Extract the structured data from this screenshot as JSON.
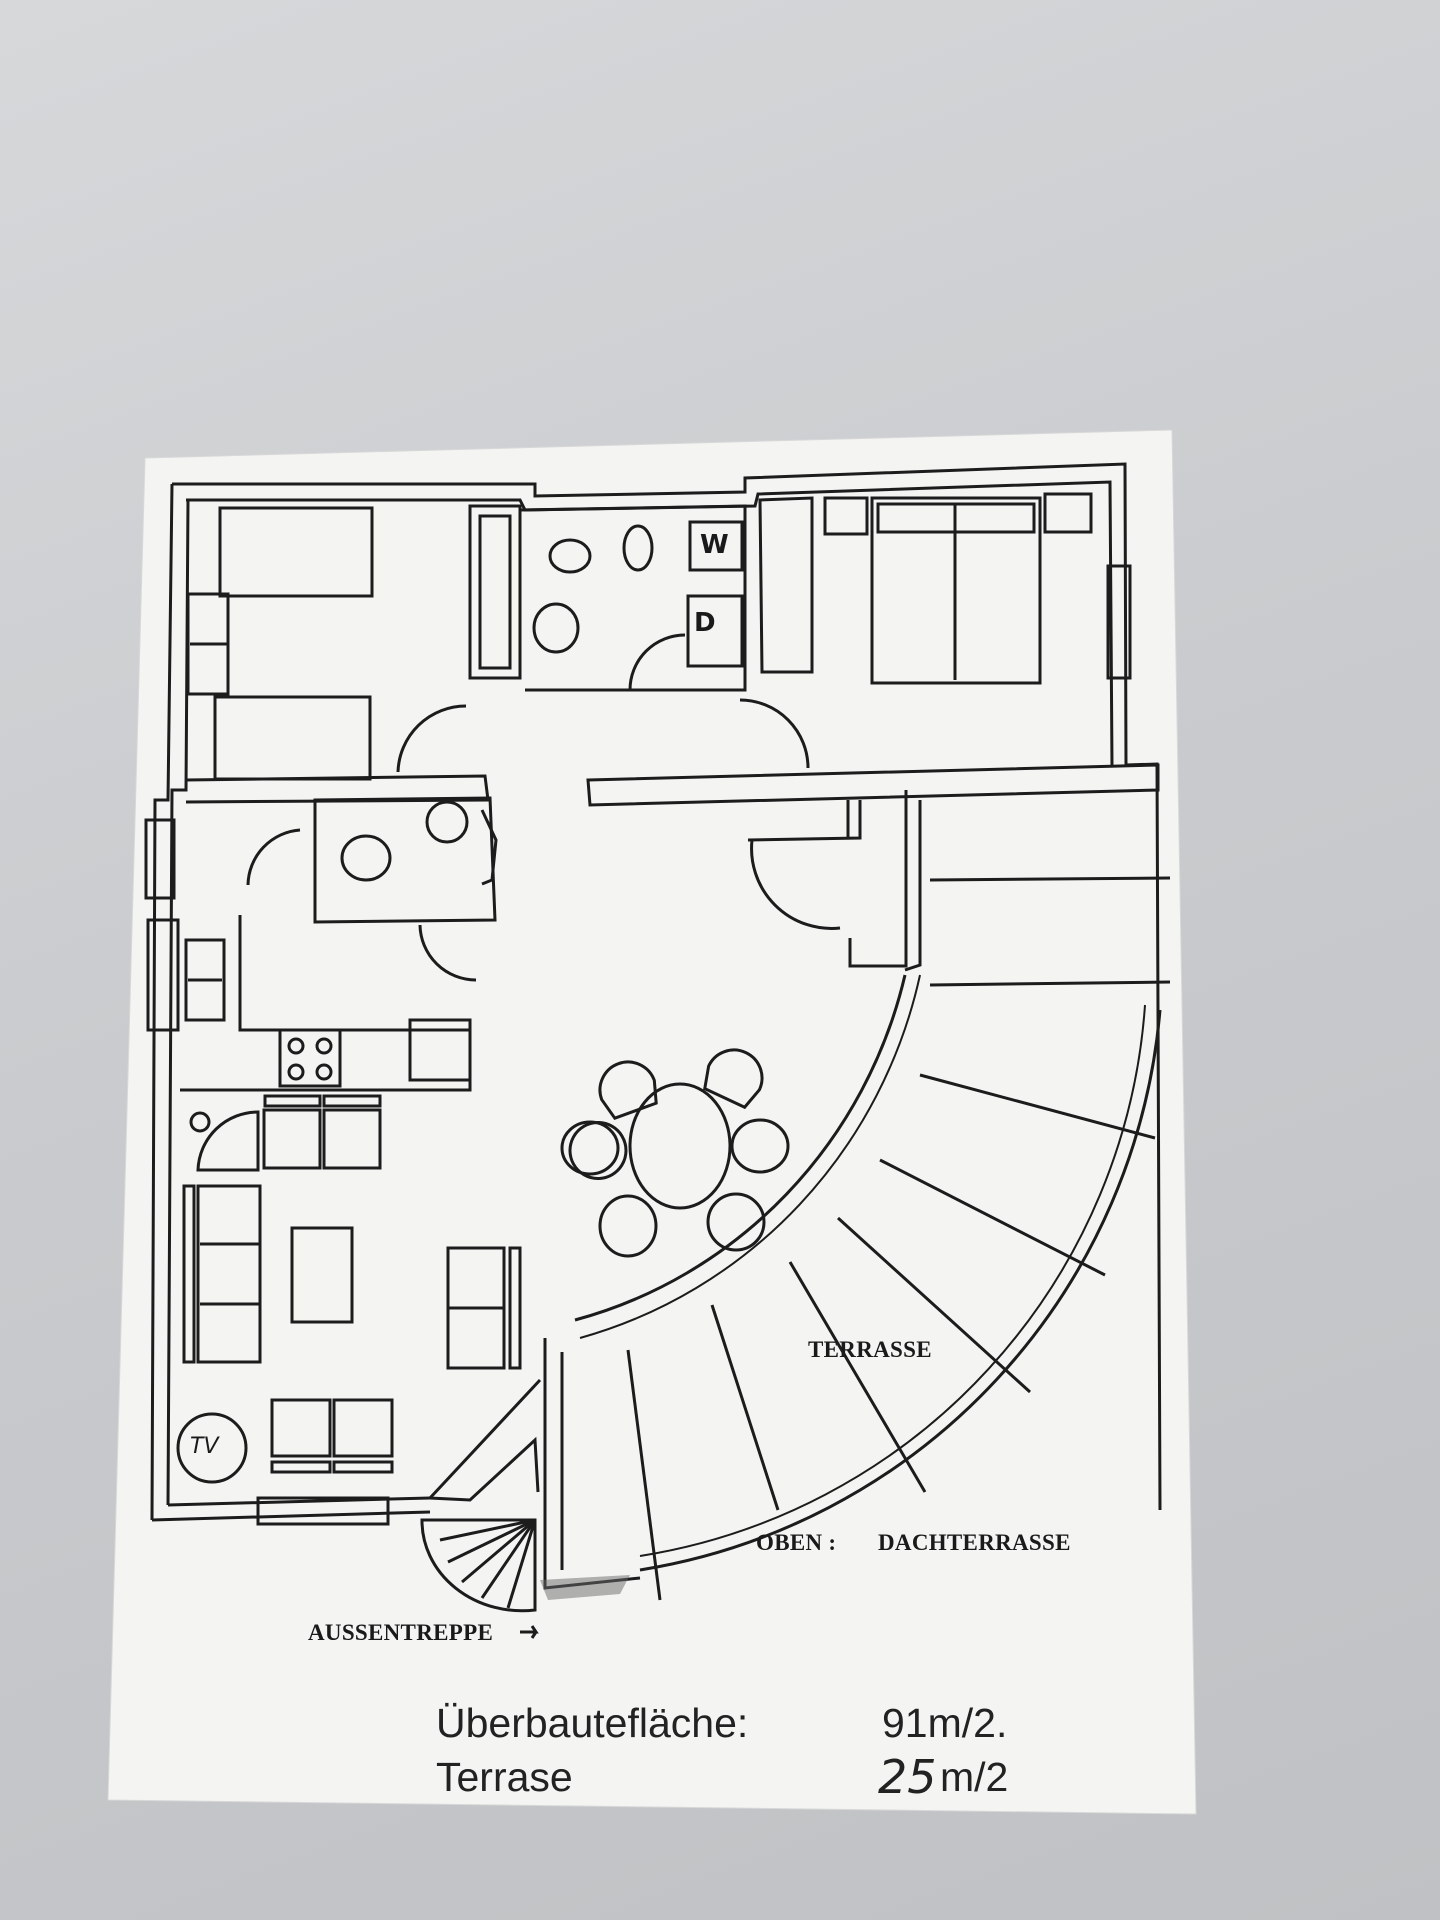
{
  "plan": {
    "labels": {
      "terrace": "TERRASSE",
      "upper_prefix": "OBEN :",
      "upper_value": "DACHTERRASSE",
      "outer_stair": "AUSSENTREPPE",
      "tv": "TV",
      "washer": "W",
      "dryer": "D"
    }
  },
  "areas": {
    "row1": {
      "label": "Überbautefläche:",
      "value": "91m/2."
    },
    "row2": {
      "label": "Terrase",
      "value_handwritten": "25",
      "unit": "m/2"
    }
  }
}
